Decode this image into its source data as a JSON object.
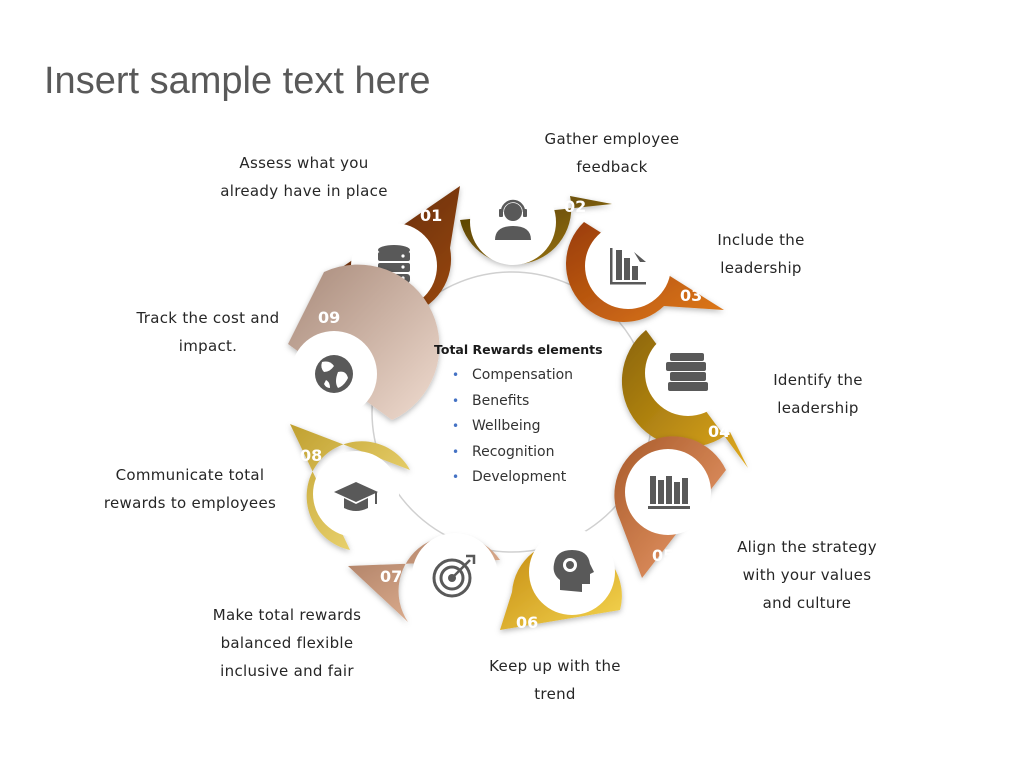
{
  "title": "Insert sample text here",
  "center": {
    "title": "Total Rewards elements",
    "items": [
      "Compensation",
      "Benefits",
      "Wellbeing",
      "Recognition",
      "Development"
    ]
  },
  "steps": [
    {
      "num": "01",
      "lines": [
        "Assess what you",
        "already have in place"
      ],
      "icon": "database-icon",
      "color": "#7a3a0c"
    },
    {
      "num": "02",
      "lines": [
        "Gather employee",
        "feedback"
      ],
      "icon": "support-agent-icon",
      "color": "#7a5a06"
    },
    {
      "num": "03",
      "lines": [
        "Include the",
        "leadership"
      ],
      "icon": "bar-chart-icon",
      "color": "#c45a10"
    },
    {
      "num": "04",
      "lines": [
        "Identify the",
        "leadership"
      ],
      "icon": "books-stack-icon",
      "color": "#b8860b"
    },
    {
      "num": "05",
      "lines": [
        "Align the strategy",
        "with your values",
        "and culture"
      ],
      "icon": "bookshelf-icon",
      "color": "#c97a45"
    },
    {
      "num": "06",
      "lines": [
        "Keep up with the",
        "trend"
      ],
      "icon": "brain-head-icon",
      "color": "#e0b020"
    },
    {
      "num": "07",
      "lines": [
        "Make total rewards",
        "balanced flexible",
        "inclusive and fair"
      ],
      "icon": "target-icon",
      "color": "#c69478"
    },
    {
      "num": "08",
      "lines": [
        "Communicate total",
        "rewards to employees"
      ],
      "icon": "graduation-cap-icon",
      "color": "#d8bc50"
    },
    {
      "num": "09",
      "lines": [
        "Track the cost and",
        "impact."
      ],
      "icon": "globe-icon",
      "color": "#c8a897"
    }
  ]
}
